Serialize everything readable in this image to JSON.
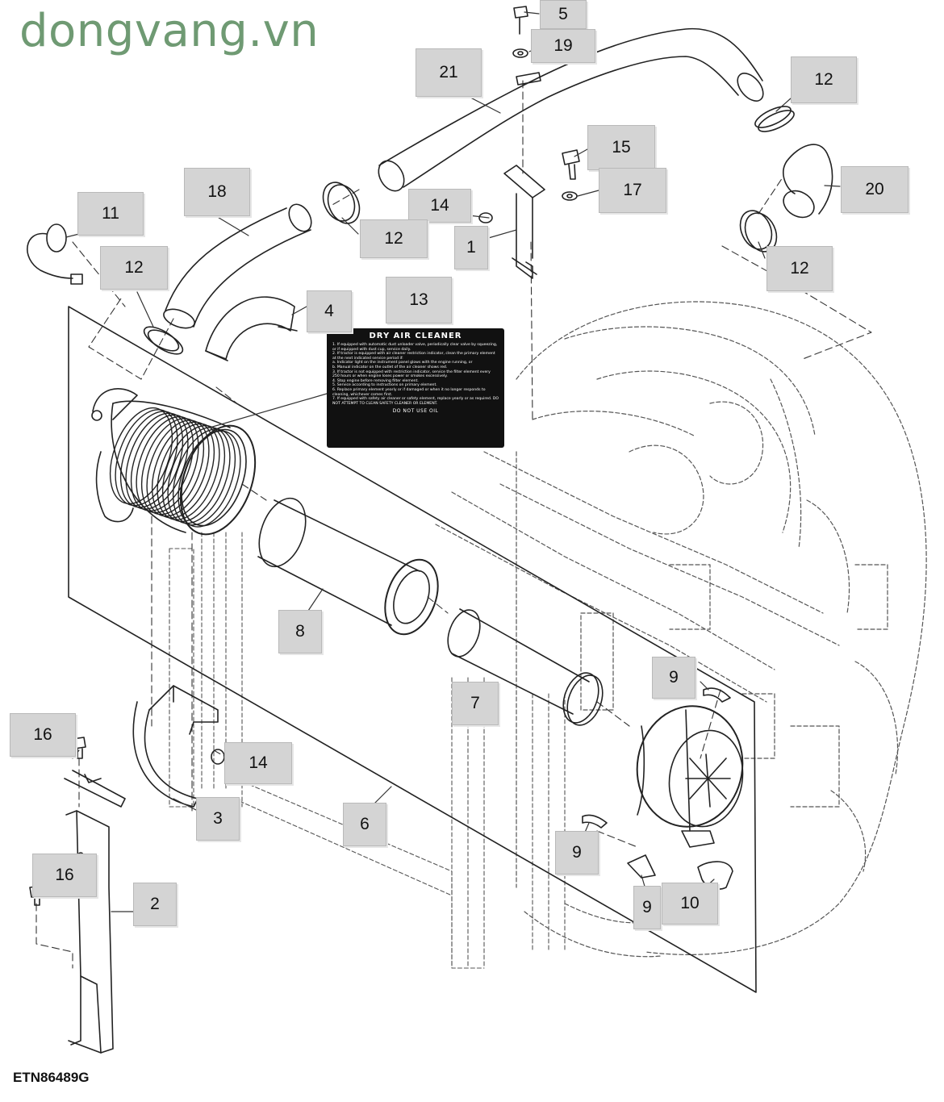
{
  "watermark": "dongvang.vn",
  "figure_id": "ETN86489G",
  "decal": {
    "title": "DRY AIR CLEANER",
    "instructions": [
      "1. If equipped with automatic dust unloader valve, periodically clear valve by squeezing, or if equipped with dust cup, service daily.",
      "2. If tractor is equipped with air cleaner restriction indicator, clean the primary element at the next indicated service period if:",
      "a. Indicator light on the instrument panel glows with the engine running, or",
      "b. Manual indicator on the outlet of the air cleaner shows red.",
      "3. If tractor is not equipped with restriction indicator, service the filter element every 250 hours or when engine loses power or smokes excessively.",
      "4. Stop engine before removing filter element.",
      "5. Service according to instructions on primary element.",
      "6. Replace primary element yearly or if damaged or when it no longer responds to cleaning, whichever comes first.",
      "7. If equipped with safety air cleaner or safety element, replace yearly or as required. DO NOT ATTEMPT TO CLEAN SAFETY CLEANER OR ELEMENT."
    ],
    "footer": "DO NOT USE OIL"
  },
  "callouts": [
    {
      "id": "c5",
      "label": "5"
    },
    {
      "id": "c19",
      "label": "19"
    },
    {
      "id": "c21",
      "label": "21"
    },
    {
      "id": "c12a",
      "label": "12"
    },
    {
      "id": "c15",
      "label": "15"
    },
    {
      "id": "c17",
      "label": "17"
    },
    {
      "id": "c20",
      "label": "20"
    },
    {
      "id": "c18",
      "label": "18"
    },
    {
      "id": "c14a",
      "label": "14"
    },
    {
      "id": "c12b",
      "label": "12"
    },
    {
      "id": "c1",
      "label": "1"
    },
    {
      "id": "c11",
      "label": "11"
    },
    {
      "id": "c12c",
      "label": "12"
    },
    {
      "id": "c12d",
      "label": "12"
    },
    {
      "id": "c13",
      "label": "13"
    },
    {
      "id": "c4",
      "label": "4"
    },
    {
      "id": "c8",
      "label": "8"
    },
    {
      "id": "c9a",
      "label": "9"
    },
    {
      "id": "c7",
      "label": "7"
    },
    {
      "id": "c16a",
      "label": "16"
    },
    {
      "id": "c14b",
      "label": "14"
    },
    {
      "id": "c3",
      "label": "3"
    },
    {
      "id": "c6",
      "label": "6"
    },
    {
      "id": "c9b",
      "label": "9"
    },
    {
      "id": "c16b",
      "label": "16"
    },
    {
      "id": "c2",
      "label": "2"
    },
    {
      "id": "c9c",
      "label": "9"
    },
    {
      "id": "c10",
      "label": "10"
    }
  ]
}
